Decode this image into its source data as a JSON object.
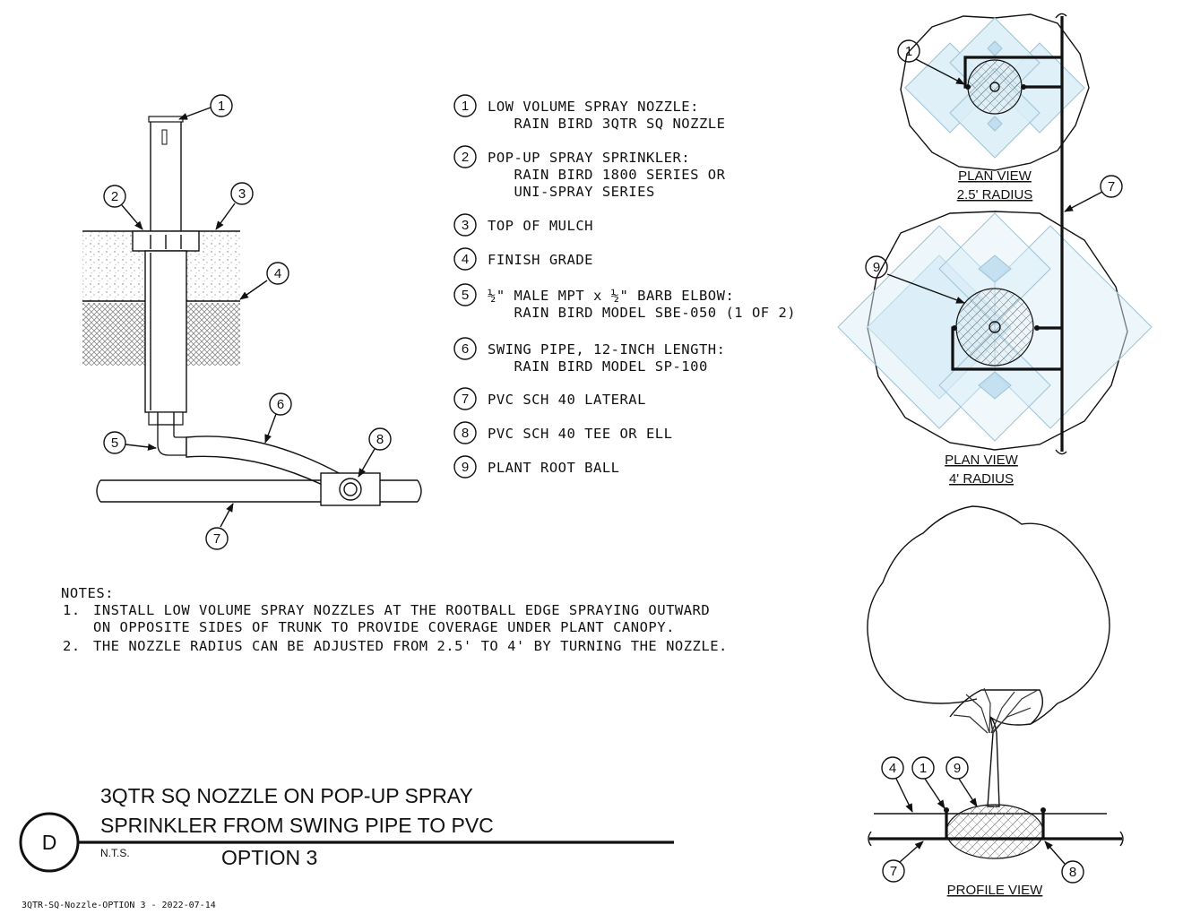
{
  "legend": [
    {
      "num": "1",
      "lines": [
        "LOW VOLUME SPRAY NOZZLE:",
        "   RAIN BIRD 3QTR SQ NOZZLE"
      ]
    },
    {
      "num": "2",
      "lines": [
        "POP-UP SPRAY SPRINKLER:",
        "   RAIN BIRD 1800 SERIES OR",
        "   UNI-SPRAY SERIES"
      ]
    },
    {
      "num": "3",
      "lines": [
        "TOP OF MULCH"
      ]
    },
    {
      "num": "4",
      "lines": [
        "FINISH GRADE"
      ]
    },
    {
      "num": "5",
      "lines": [
        "½\" MALE MPT x ½\" BARB ELBOW:",
        "   RAIN BIRD MODEL SBE-050 (1 OF 2)"
      ]
    },
    {
      "num": "6",
      "lines": [
        "SWING PIPE, 12-INCH LENGTH:",
        "   RAIN BIRD MODEL SP-100"
      ]
    },
    {
      "num": "7",
      "lines": [
        "PVC SCH 40 LATERAL"
      ]
    },
    {
      "num": "8",
      "lines": [
        "PVC SCH 40 TEE OR ELL"
      ]
    },
    {
      "num": "9",
      "lines": [
        "PLANT ROOT BALL"
      ]
    }
  ],
  "notes": {
    "heading": "NOTES:",
    "items": [
      {
        "num": "1.",
        "lines": [
          "INSTALL LOW VOLUME SPRAY NOZZLES AT THE ROOTBALL EDGE SPRAYING OUTWARD",
          "ON OPPOSITE SIDES OF TRUNK TO PROVIDE COVERAGE UNDER PLANT CANOPY."
        ]
      },
      {
        "num": "2.",
        "lines": [
          "THE NOZZLE RADIUS CAN BE ADJUSTED FROM 2.5' TO 4' BY TURNING THE NOZZLE."
        ]
      }
    ]
  },
  "section_callouts": {
    "c1": "1",
    "c2": "2",
    "c3": "3",
    "c4": "4",
    "c5": "5",
    "c6": "6",
    "c7": "7",
    "c8": "8"
  },
  "plan_callouts": {
    "c1": "1",
    "c7": "7",
    "c9": "9"
  },
  "profile_callouts": {
    "c4": "4",
    "c1": "1",
    "c9": "9",
    "c7": "7",
    "c8": "8"
  },
  "plan_views": {
    "small_line1": "PLAN VIEW",
    "small_line2": "2.5' RADIUS",
    "large_line1": "PLAN VIEW",
    "large_line2": "4' RADIUS"
  },
  "profile_view_label": "PROFILE VIEW",
  "title_block": {
    "detail_letter": "D",
    "title_line1": "3QTR SQ NOZZLE ON POP-UP SPRAY",
    "title_line2": "SPRINKLER FROM SWING PIPE TO PVC",
    "scale": "N.T.S.",
    "option": "OPTION 3"
  },
  "footer_filename": "3QTR-SQ-Nozzle-OPTION 3 - 2022-07-14",
  "colors": {
    "spray_fill": "#d9edf7",
    "spray_stroke": "#9dc3d6",
    "line": "#111111"
  }
}
